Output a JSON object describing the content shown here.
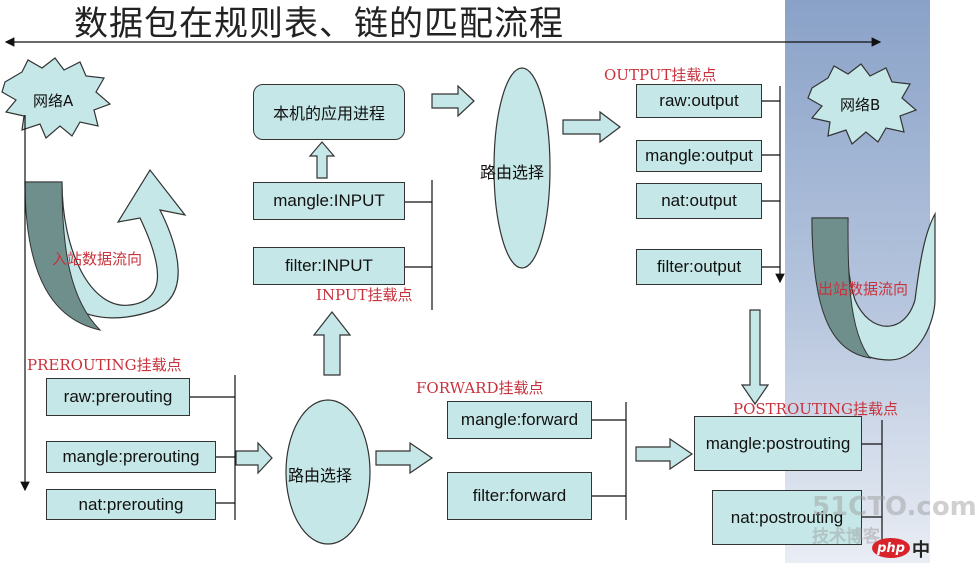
{
  "title": "数据包在规则表、链的匹配流程",
  "nodes": {
    "network_a": "网络A",
    "network_b": "网络B",
    "local_process": "本机的应用进程",
    "routing_1": "路由选择",
    "routing_2": "路由选择"
  },
  "flows": {
    "inbound": "入站数据流向",
    "outbound": "出站数据流向"
  },
  "hooks": {
    "prerouting": {
      "label": "PREROUTING挂载点",
      "tables": [
        "raw:prerouting",
        "mangle:prerouting",
        "nat:prerouting"
      ]
    },
    "input": {
      "label": "INPUT挂载点",
      "tables": [
        "mangle:INPUT",
        "filter:INPUT"
      ]
    },
    "forward": {
      "label": "FORWARD挂载点",
      "tables": [
        "mangle:forward",
        "filter:forward"
      ]
    },
    "output": {
      "label": "OUTPUT挂载点",
      "tables": [
        "raw:output",
        "mangle:output",
        "nat:output",
        "filter:output"
      ]
    },
    "postrouting": {
      "label": "POSTROUTING挂载点",
      "tables": [
        "mangle:postrouting",
        "nat:postrouting"
      ]
    }
  },
  "watermark": {
    "site": "51CTO.com",
    "sub": "技术博客",
    "php": "php",
    "zh": "中"
  },
  "colors": {
    "box_fill": "#c6e7e7",
    "hook_text": "#c8323c",
    "arrow_fill": "#c6e7e7",
    "curve_dark": "#6f8f8c"
  }
}
